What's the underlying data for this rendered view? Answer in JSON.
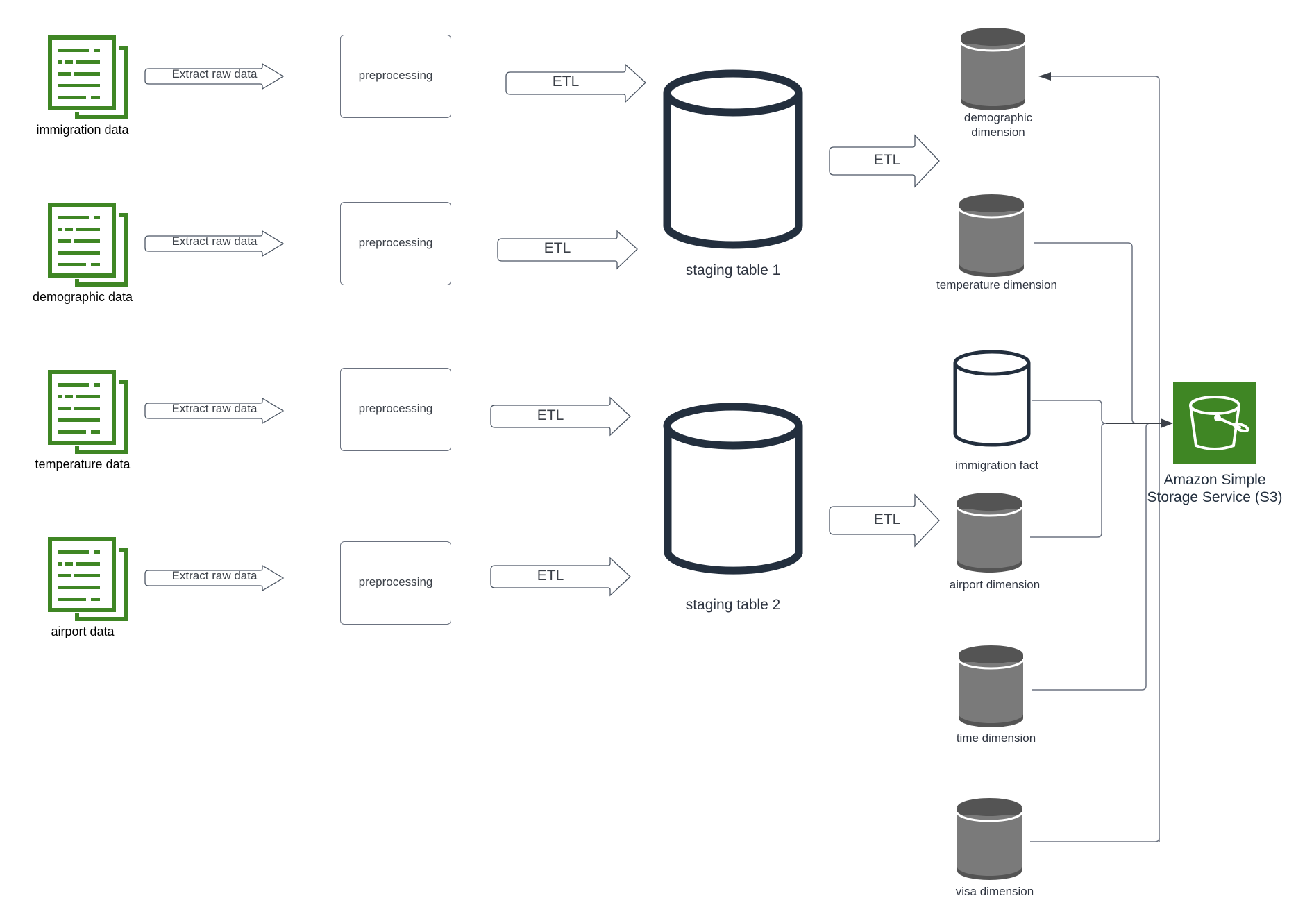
{
  "sources": [
    {
      "label": "immigration data"
    },
    {
      "label": "demographic data"
    },
    {
      "label": "temperature data"
    },
    {
      "label": "airport data"
    }
  ],
  "extract_arrows": [
    {
      "label": "Extract raw data"
    },
    {
      "label": "Extract raw data"
    },
    {
      "label": "Extract raw data"
    },
    {
      "label": "Extract raw data"
    }
  ],
  "preprocessing": [
    {
      "label": "preprocessing"
    },
    {
      "label": "preprocessing"
    },
    {
      "label": "preprocessing"
    },
    {
      "label": "preprocessing"
    }
  ],
  "etl_arrows_in": [
    {
      "label": "ETL"
    },
    {
      "label": "ETL"
    },
    {
      "label": "ETL"
    },
    {
      "label": "ETL"
    }
  ],
  "staging": [
    {
      "label": "staging table 1"
    },
    {
      "label": "staging table 2"
    }
  ],
  "etl_arrows_out": [
    {
      "label": "ETL"
    },
    {
      "label": "ETL"
    }
  ],
  "tables": [
    {
      "label": "demographic dimension",
      "kind": "dimension"
    },
    {
      "label": "temperature dimension",
      "kind": "dimension"
    },
    {
      "label": "immigration fact",
      "kind": "fact"
    },
    {
      "label": "airport dimension",
      "kind": "dimension"
    },
    {
      "label": "time dimension",
      "kind": "dimension"
    },
    {
      "label": "visa dimension",
      "kind": "dimension"
    }
  ],
  "s3": {
    "label": "Amazon Simple Storage Service (S3)",
    "icon": "bucket-icon"
  },
  "colors": {
    "aws_green": "#3f8624",
    "navy": "#232f3e",
    "dimension_gray": "#7a7a7a",
    "dimension_dark": "#545454",
    "connector": "#6b7280"
  }
}
